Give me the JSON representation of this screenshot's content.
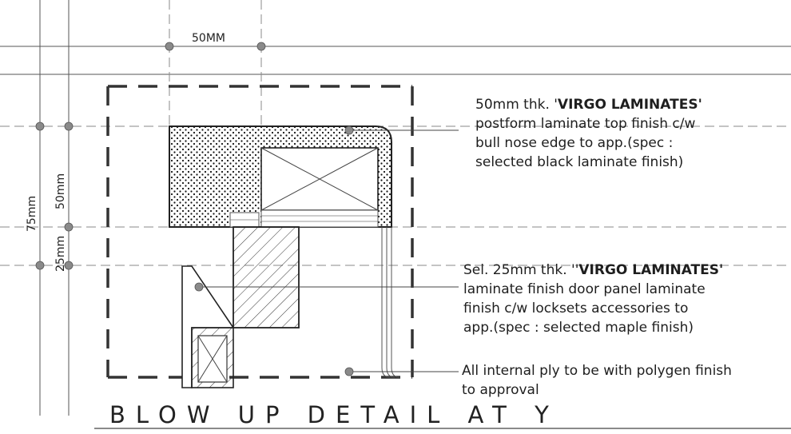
{
  "dimensions": {
    "top_width": "50MM",
    "left_total": "75mm",
    "left_top": "50mm",
    "left_bottom": "25mm"
  },
  "notes": [
    {
      "pre": "50mm thk. '",
      "bold": "VIRGO LAMINATES'",
      "lines": [
        "postform laminate top finish c/w",
        "bull nose edge to app.(spec :",
        "selected black laminate finish)"
      ]
    },
    {
      "pre": "Sel. 25mm thk. ''",
      "bold": "VIRGO LAMINATES'",
      "lines": [
        "laminate  finish  door panel laminate",
        "finish c/w locksets accessories to",
        "app.(spec : selected maple finish)"
      ]
    },
    {
      "pre": "All internal ply to be with polygen finish",
      "bold": "",
      "lines": [
        "to approval"
      ]
    }
  ],
  "title": "BLOW UP DETAIL AT Y"
}
